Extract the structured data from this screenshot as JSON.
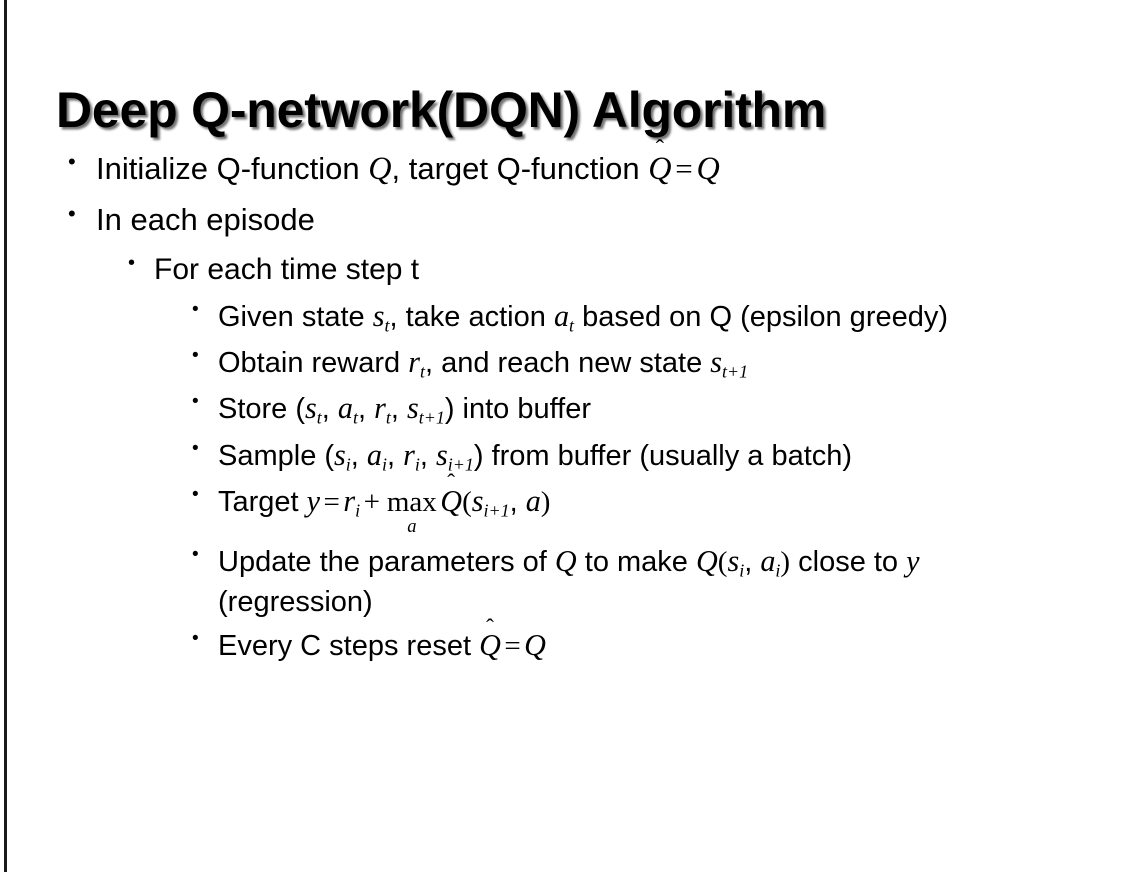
{
  "slide": {
    "title": "Deep Q-network(DQN) Algorithm",
    "background_color": "#ffffff",
    "text_color": "#000000",
    "left_rule_color": "#1a1a1a",
    "bullets": [
      {
        "level": 1,
        "marker": "•",
        "text": "Initialize Q-function Q, target Q-function Q̂ = Q",
        "segments": {
          "s1": "Initialize Q-function ",
          "m1": "Q",
          "s2": ", target Q-function ",
          "m2": "Q",
          "hat": "̂",
          "eq": "=",
          "m3": "Q"
        }
      },
      {
        "level": 1,
        "marker": "•",
        "text": "In each episode"
      },
      {
        "level": 2,
        "marker": "•",
        "text": "For each time step t"
      },
      {
        "level": 3,
        "marker": "•",
        "text": "Given state s_t, take action a_t based on Q (epsilon greedy)",
        "segments": {
          "s1": "Given state ",
          "m1": "s",
          "sub1": "t",
          "s2": ", take action ",
          "m2": "a",
          "sub2": "t",
          "s3": " based on Q (epsilon greedy)"
        }
      },
      {
        "level": 3,
        "marker": "•",
        "text": "Obtain reward r_t, and reach new state s_t+1",
        "segments": {
          "s1": "Obtain reward ",
          "m1": "r",
          "sub1": "t",
          "s2": ", and reach new state ",
          "m2": "s",
          "sub2": "t+1"
        }
      },
      {
        "level": 3,
        "marker": "•",
        "text": "Store (s_t, a_t, r_t, s_t+1) into buffer",
        "segments": {
          "s1": "Store (",
          "m1": "s",
          "sub1": "t",
          "s2": ", ",
          "m2": "a",
          "sub2": "t",
          "s3": ", ",
          "m3": "r",
          "sub3": "t",
          "s4": ", ",
          "m4": "s",
          "sub4": "t+1",
          "s5": ") into buffer"
        }
      },
      {
        "level": 3,
        "marker": "•",
        "text": "Sample (s_i, a_i, r_i, s_i+1) from buffer (usually a batch)",
        "segments": {
          "s1": "Sample (",
          "m1": "s",
          "sub1": "i",
          "s2": ", ",
          "m2": "a",
          "sub2": "i",
          "s3": ", ",
          "m3": "r",
          "sub3": "i",
          "s4": ", ",
          "m4": "s",
          "sub4": "i+1",
          "s5": ") from buffer (usually a batch)"
        }
      },
      {
        "level": 3,
        "marker": "•",
        "text": "Target y = r_i + max_a Q̂(s_i+1, a)",
        "segments": {
          "s1": "Target ",
          "m1": "y",
          "eq": "=",
          "m2": "r",
          "sub2": "i",
          "plus": "+",
          "maxtop": "max",
          "maxbot": "a",
          "m3": "Q",
          "hat": "̂",
          "paren_open": "(",
          "m4": "s",
          "sub4": "i+1",
          "comma": ", ",
          "m5": "a",
          "paren_close": ")"
        }
      },
      {
        "level": 3,
        "marker": "•",
        "text": "Update the parameters of Q to make Q(s_i, a_i) close to y (regression)",
        "segments": {
          "s1": "Update the parameters of ",
          "m1": "Q",
          "s2": " to make ",
          "m2": "Q",
          "paren_open": "(",
          "m3": "s",
          "sub3": "i",
          "comma": ", ",
          "m4": "a",
          "sub4": "i",
          "paren_close": ")",
          "s3": " close to ",
          "m5": "y",
          "s4": " (regression)"
        }
      },
      {
        "level": 3,
        "marker": "•",
        "text": "Every C steps reset Q̂ = Q",
        "segments": {
          "s1": "Every C steps reset ",
          "m1": "Q",
          "hat": "̂",
          "eq": "=",
          "m2": "Q"
        }
      }
    ]
  }
}
